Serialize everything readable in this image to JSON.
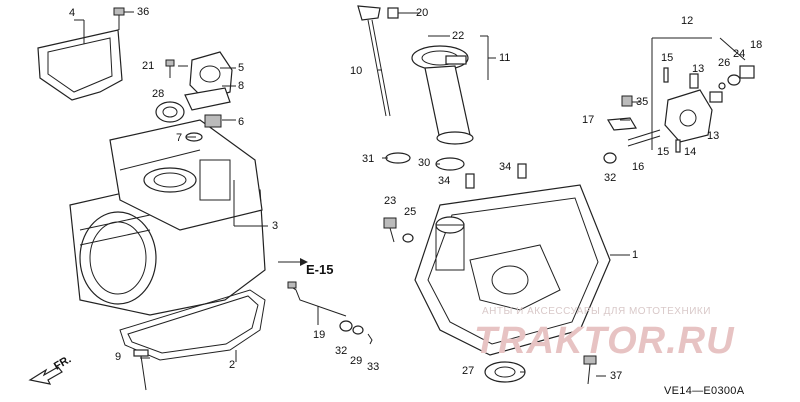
{
  "diagram": {
    "part_labels": [
      "1",
      "2",
      "3",
      "4",
      "5",
      "6",
      "7",
      "8",
      "9",
      "10",
      "11",
      "12",
      "13",
      "13",
      "14",
      "15",
      "15",
      "16",
      "17",
      "18",
      "19",
      "20",
      "21",
      "22",
      "23",
      "24",
      "25",
      "26",
      "27",
      "28",
      "29",
      "30",
      "31",
      "32",
      "32",
      "33",
      "34",
      "34",
      "35",
      "36",
      "37"
    ],
    "section_ref": "E-15",
    "direction_label": "FR.",
    "diagram_code": "VE14—E0300A"
  },
  "watermark": {
    "line1": "АНТЫ И АКСЕССУАРЫ ДЛЯ МОТОТЕХНИКИ",
    "line2": "TRAKTOR.RU"
  }
}
